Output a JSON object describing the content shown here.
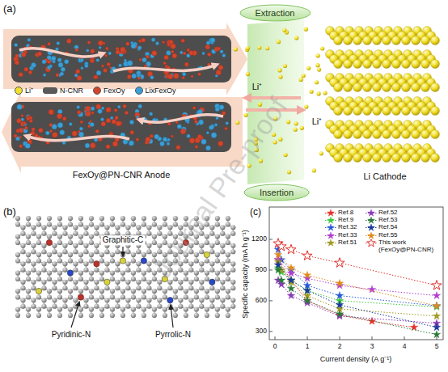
{
  "diagram": {
    "nodes": [
      {
        "text": [
          "Extraction"
        ]
      },
      {
        "text": [
          "Insertion"
        ]
      }
    ],
    "labels": [
      "(a)",
      "Li⁺",
      "Li⁺",
      "FexOy@PN-CNR Anode",
      "Li Cathode",
      "(b)",
      "Graphitic-C",
      "Pyridinic-N",
      "Pyrrolic-N",
      "(c)",
      "Specific capacity (mA h g⁻¹)",
      "Current density (A g⁻¹)",
      "300",
      "600",
      "900",
      "1200",
      "0",
      "1",
      "2",
      "3",
      "4",
      "5",
      "Journal Pre-proof"
    ],
    "legend": [
      {
        "text": "Li⁺",
        "color": "#f2df2a"
      },
      {
        "text": "N-CNR",
        "color": "#5a5a5a"
      },
      {
        "text": "FexOy",
        "color": "#d2452c"
      },
      {
        "text": "LixFexOy",
        "color": "#3b9fd6"
      },
      {
        "text": "Ref.8"
      },
      {
        "text": "Ref.9"
      },
      {
        "text": "Ref.32"
      },
      {
        "text": "Ref.33"
      },
      {
        "text": "Ref.51"
      },
      {
        "text": "Ref.52"
      },
      {
        "text": "Ref.53"
      },
      {
        "text": "Ref.54"
      },
      {
        "text": "Ref.55"
      },
      {
        "text": "This work (FexOy@PN-CNR)"
      }
    ]
  }
}
